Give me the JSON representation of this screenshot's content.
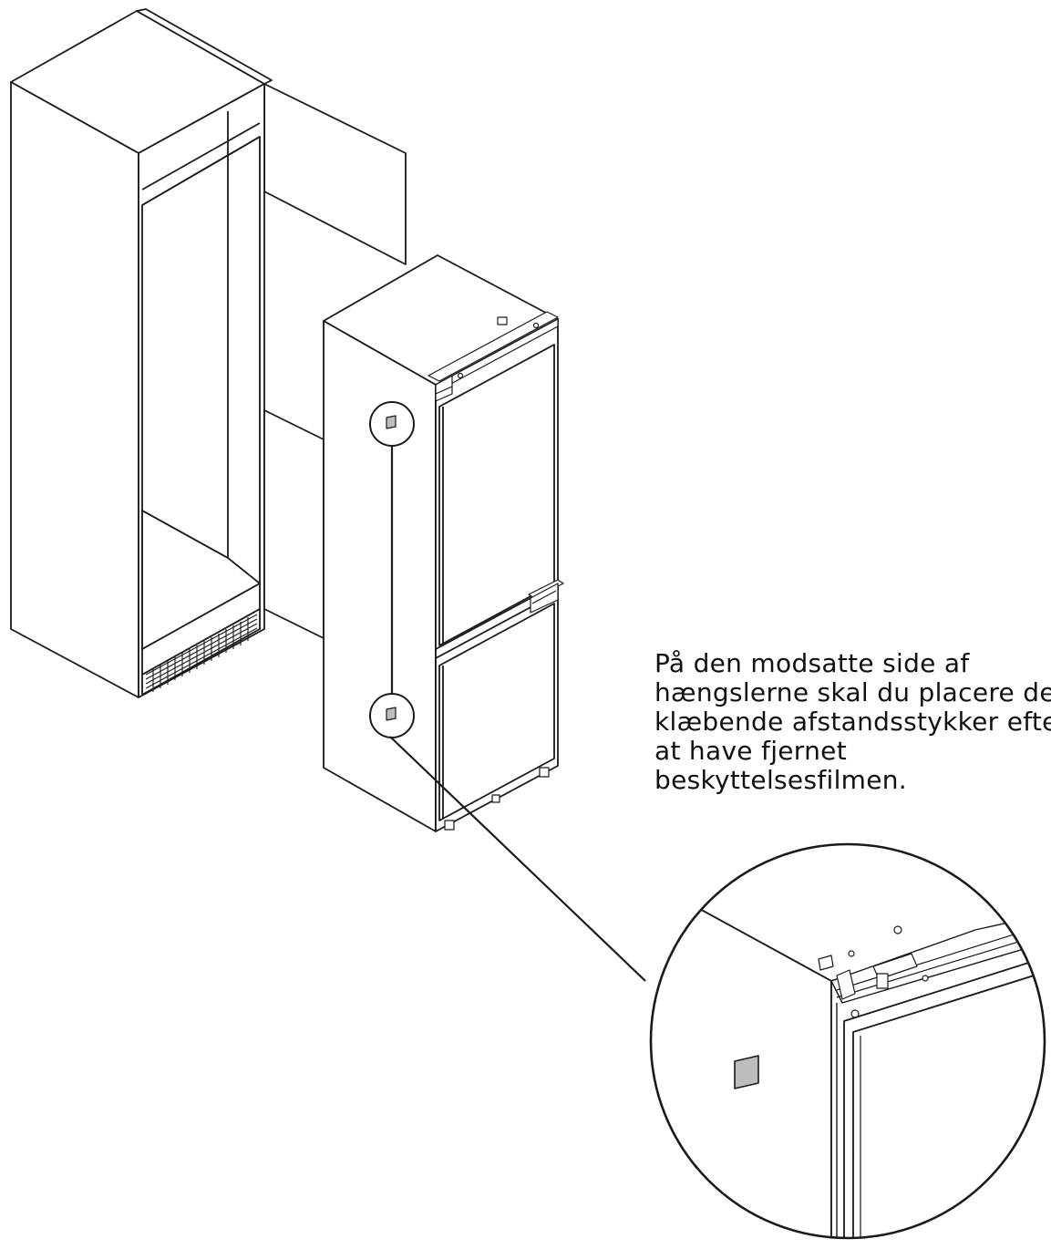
{
  "instruction": {
    "lines": [
      "På den modsatte side af",
      "hængslerne skal du placere de",
      "klæbende afstandsstykker efter",
      "at have fjernet",
      "beskyttelsesfilmen."
    ]
  },
  "colors": {
    "line": "#1a1a1a",
    "spacer_fill": "#bdbdbd",
    "background": "#ffffff"
  }
}
